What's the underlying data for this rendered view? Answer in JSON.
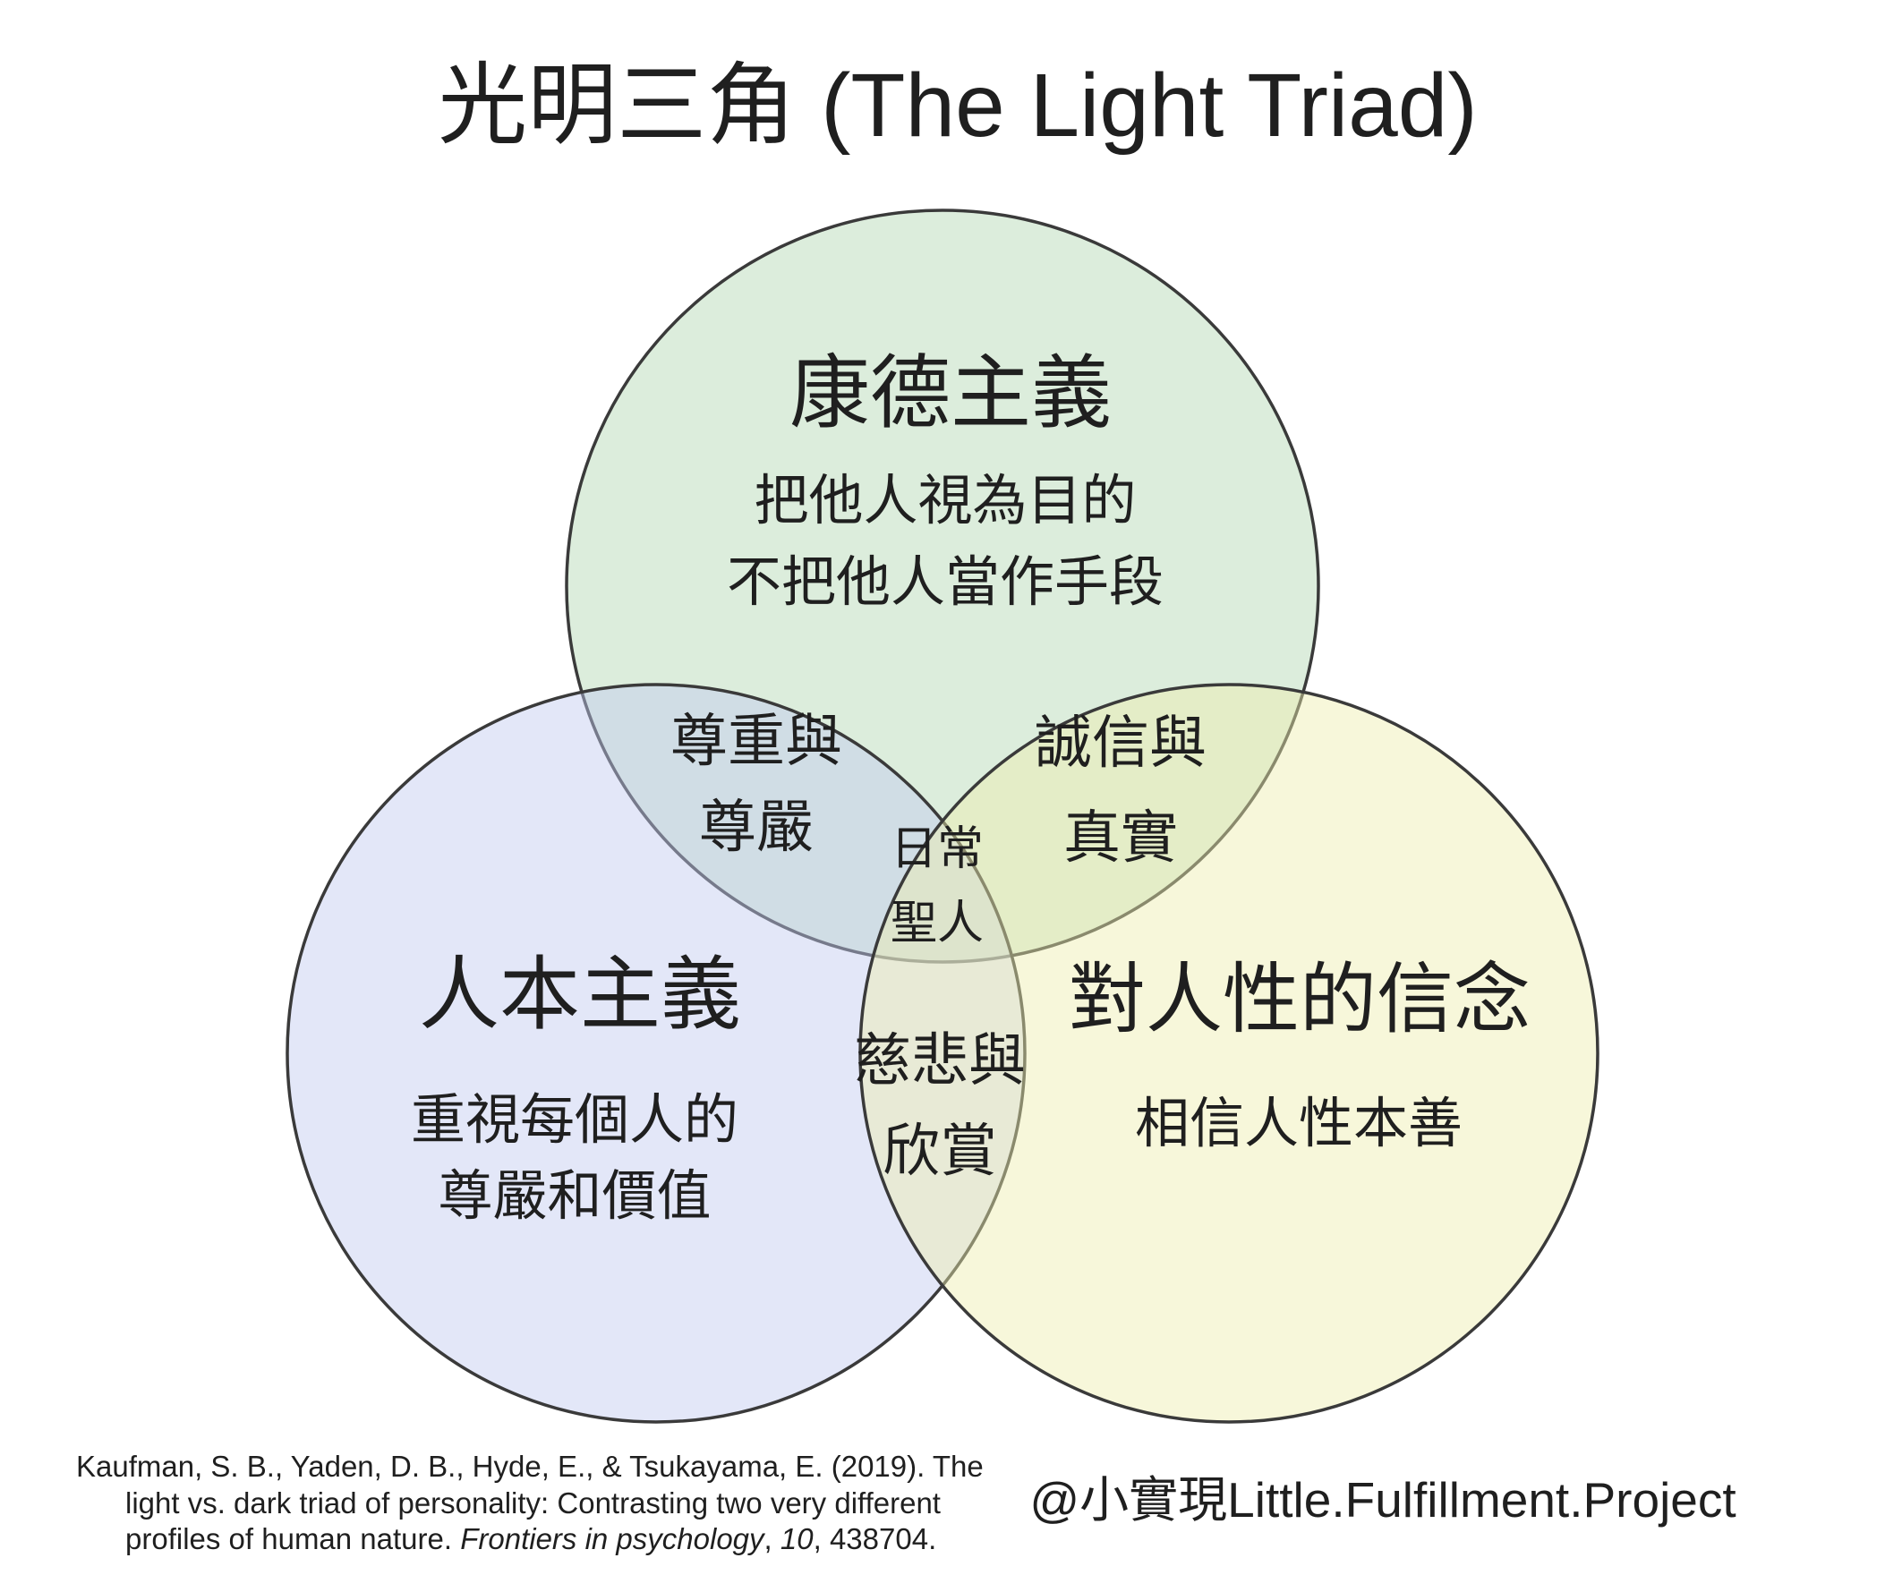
{
  "title": "光明三角 (The Light Triad)",
  "colors": {
    "top_circle_fill": "#b2d7b2",
    "left_circle_fill": "#c2caf0",
    "right_circle_fill": "#eeeead",
    "circle_stroke": "#3a3a3a",
    "text": "#1f1f1f",
    "handle_blue": "#4a5ec0"
  },
  "circles": {
    "top": {
      "title": "康德主義",
      "desc_line1": "把他人視為目的",
      "desc_line2": "不把他人當作手段"
    },
    "left": {
      "title": "人本主義",
      "desc_line1": "重視每個人的",
      "desc_line2": "尊嚴和價值"
    },
    "right": {
      "title": "對人性的信念",
      "desc_line1": "相信人性本善"
    }
  },
  "overlaps": {
    "top_left_line1": "尊重與",
    "top_left_line2": "尊嚴",
    "top_right_line1": "誠信與",
    "top_right_line2": "真實",
    "bottom_line1": "慈悲與",
    "bottom_line2": "欣賞",
    "center_line1": "日常",
    "center_line2": "聖人"
  },
  "citation": {
    "line1": "Kaufman, S. B., Yaden, D. B., Hyde, E., & Tsukayama, E.  (2019).  The",
    "line2": "light vs. dark triad of personality: Contrasting two very different",
    "line3_pre": "profiles of human nature. ",
    "line3_italic1": "Frontiers in psychology",
    "line3_sep": ", ",
    "line3_italic2": "10",
    "line3_post": ", 438704."
  },
  "handle": "@小實現Little.Fulfillment.Project"
}
